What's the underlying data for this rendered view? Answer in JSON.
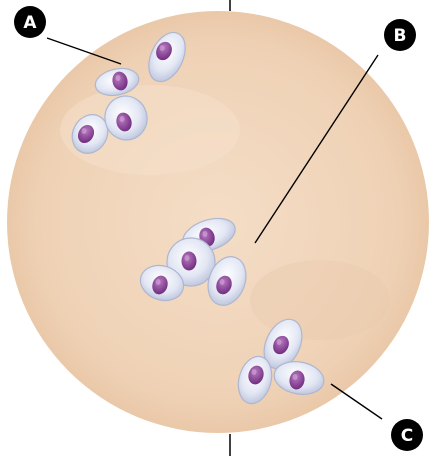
{
  "figure": {
    "dish_color": "#f1d8bf",
    "cell_color": "#dfe4f3",
    "cell_edge_color": "#aeb7d0",
    "nucleus_color": "#8a3f93",
    "callout_color": "#000000",
    "callouts": [
      {
        "letter": "A"
      },
      {
        "letter": "B"
      },
      {
        "letter": "C"
      }
    ]
  }
}
